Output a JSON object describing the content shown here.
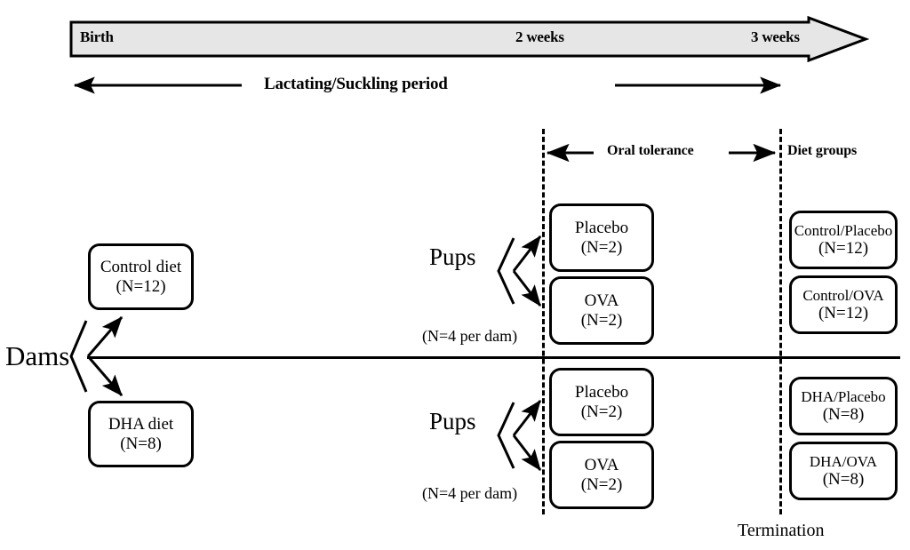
{
  "timeline": {
    "start_label": "Birth",
    "mid_label": "2 weeks",
    "end_label": "3 weeks",
    "band_color": "#e6e6e6",
    "band_border_color": "#000000"
  },
  "period": {
    "title": "Lactating/Suckling period",
    "left_arrow_name": "period-left-arrow",
    "right_arrow_name": "period-right-arrow"
  },
  "phases": {
    "oral_tolerance": "Oral tolerance",
    "diet_groups": "Diet groups"
  },
  "dams": {
    "label": "Dams",
    "diets": [
      {
        "name": "Control diet",
        "n": "(N=12)"
      },
      {
        "name": "DHA diet",
        "n": "(N=8)"
      }
    ]
  },
  "pups": {
    "label": "Pups",
    "per_dam_note": "(N=4 per dam)",
    "branches": [
      {
        "name": "Placebo",
        "n": "(N=2)"
      },
      {
        "name": "OVA",
        "n": "(N=2)"
      }
    ]
  },
  "diet_groups": {
    "control": [
      {
        "name": "Control/Placebo",
        "n": "(N=12)"
      },
      {
        "name": "Control/OVA",
        "n": "(N=12)"
      }
    ],
    "dha": [
      {
        "name": "DHA/Placebo",
        "n": "(N=8)"
      },
      {
        "name": "DHA/OVA",
        "n": "(N=8)"
      }
    ]
  },
  "footer": {
    "termination": "Termination"
  }
}
